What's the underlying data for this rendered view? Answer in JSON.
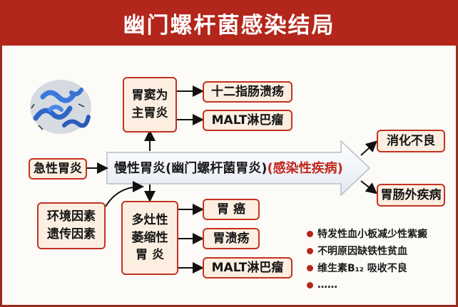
{
  "title": "幽门螺杆菌感染结局",
  "nodes": {
    "acute_gastritis": "急性胃炎",
    "antrum_gastritis": [
      "胃窦为",
      "主胃炎"
    ],
    "duodenal_ulcer": "十二指肠溃疡",
    "malt_top": "MALT淋巴瘤",
    "chronic_gastritis": "慢性胃炎(幽门螺杆菌胃炎)",
    "infectious_disease": "(感染性疾病)",
    "dyspepsia": "消化不良",
    "extragastric": "胃肠外疾病",
    "factors": [
      "环境因素",
      "遗传因素"
    ],
    "atrophic_gastritis": [
      "多灶性",
      "萎缩性",
      "胃 炎"
    ],
    "gastric_cancer": "胃 癌",
    "gastric_ulcer": "胃溃疡",
    "malt_bottom": "MALT淋巴瘤"
  },
  "extragastric_list": [
    "特发性血小板减少性紫癜",
    "不明原因缺铁性贫血",
    "维生素B₁₂ 吸收不良",
    "……"
  ],
  "colors": {
    "title_bg": "#b3261b",
    "box_border": "#c2331f",
    "box_fill": "#fcefe2",
    "accent": "#c0281c"
  }
}
